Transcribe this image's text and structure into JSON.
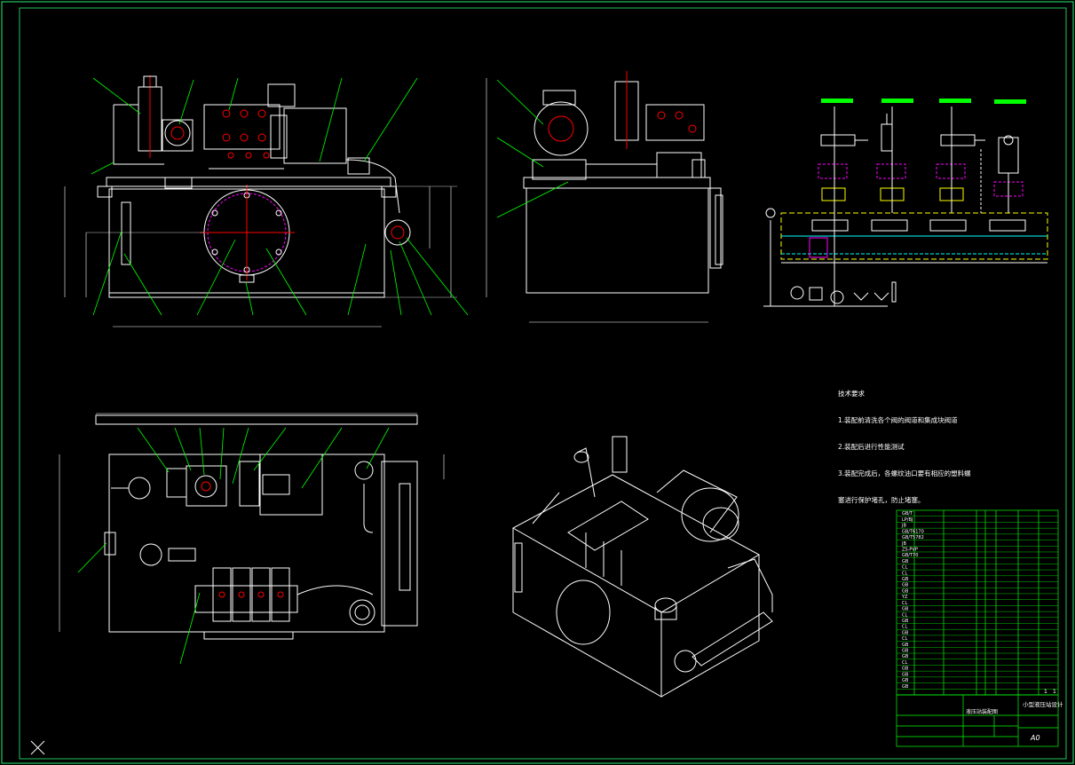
{
  "colors": {
    "background": "#000000",
    "frame": "#22c55e",
    "line": "#ffffff",
    "leader": "#00ff00",
    "center": "#ff0000",
    "hidden": "#ff00ff",
    "accent": "#00ffff",
    "hydraulic": "#ffff00"
  },
  "technical_requirements": {
    "heading": "技术要求",
    "items": [
      "1.装配前清洗各个阀的阀道和集成块阀道",
      "2.装配后进行性能测试",
      "3.装配完成后，各螺纹油口要有相应的塑料螺",
      "塞进行保护堵孔，防止堵塞。"
    ]
  },
  "title_block": {
    "drawing_title": "小型液压站设计",
    "assembly_name": "液压站装配图",
    "scale_label": "A0",
    "sheet_marks": [
      "1",
      "1"
    ],
    "parts_rows": [
      "GB/T",
      "LP/BJ",
      "JB",
      "GB/T6170",
      "GB/T5782",
      "JB",
      "ZS-PVP",
      "GB/T70",
      "GB",
      "CL",
      "CL",
      "GB",
      "GB",
      "GB",
      "YZ",
      "CL",
      "GB",
      "CL",
      "GB",
      "CL",
      "GB",
      "CL",
      "GB",
      "GB",
      "GB",
      "CL",
      "GB",
      "GB",
      "GB",
      "GB"
    ]
  }
}
